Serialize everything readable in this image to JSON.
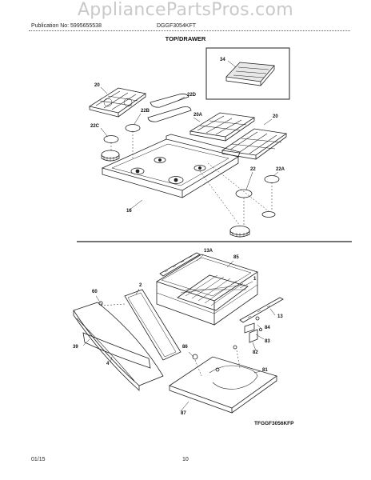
{
  "watermark": "AppliancePartsPros.com",
  "header": {
    "publication": "Publication No: 5995655538",
    "model": "DGGF3054KFT"
  },
  "section_title": "TOP/DRAWER",
  "callouts": {
    "c34": "34",
    "c20_left": "20",
    "c22D": "22D",
    "c22B": "22B",
    "c20A": "20A",
    "c20_right": "20",
    "c22C": "22C",
    "c22": "22",
    "c22A": "22A",
    "c16": "16",
    "c13A": "13A",
    "c85": "85",
    "c1": "1",
    "c60": "60",
    "c2": "2",
    "c13": "13",
    "c84": "84",
    "c83": "83",
    "c82": "82",
    "c86": "86",
    "c39": "39",
    "c4": "4",
    "c81": "81",
    "c87": "87"
  },
  "diagram_code": "TFGGF3056KFP",
  "footer": {
    "date": "01/15",
    "page": "10"
  }
}
